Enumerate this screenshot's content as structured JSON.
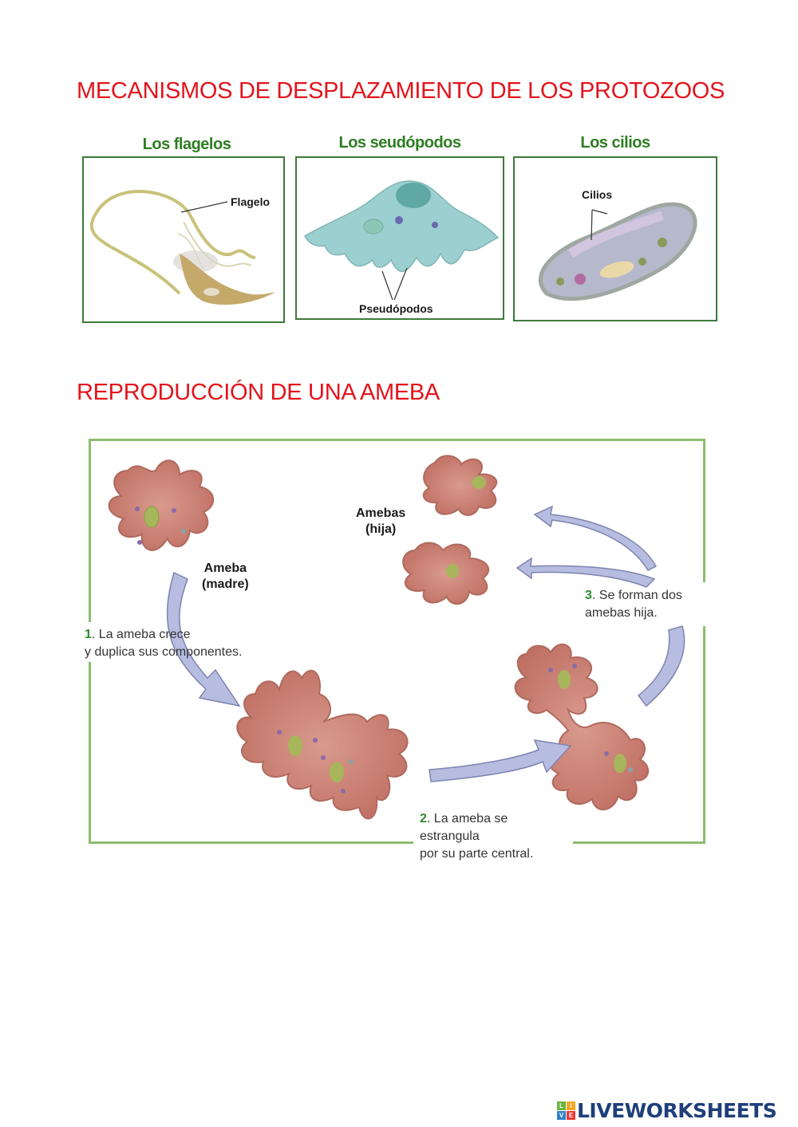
{
  "sections": {
    "locomotion": {
      "title": "MECANISMOS DE DESPLAZAMIENTO DE LOS PROTOZOOS",
      "panels": [
        {
          "title": "Los flagelos",
          "label": "Flagelo"
        },
        {
          "title": "Los seudópodos",
          "label": "Pseudópodos"
        },
        {
          "title": "Los cilios",
          "label": "Cilios"
        }
      ]
    },
    "reproduction": {
      "title": "REPRODUCCIÓN DE UNA AMEBA",
      "labels": {
        "mother_line1": "Ameba",
        "mother_line2": "(madre)",
        "daughters_line1": "Amebas",
        "daughters_line2": "(hija)"
      },
      "steps": [
        {
          "number": "1",
          "line1": ". La ameba crece",
          "line2": "y duplica sus componentes."
        },
        {
          "number": "2",
          "line1": ". La ameba se",
          "line2": "estrangula",
          "line3": "por su parte central."
        },
        {
          "number": "3",
          "line1": ". Se forman dos",
          "line2": "amebas hija."
        }
      ]
    }
  },
  "footer": {
    "brand": "LIVEWORKSHEETS",
    "logo_letters": [
      "L",
      "I",
      "V",
      "E"
    ],
    "logo_colors": [
      "#6cb33f",
      "#f5a623",
      "#2f80c9",
      "#e53935"
    ],
    "brand_color": "#1f3f7a"
  },
  "colors": {
    "heading_red": "#e3141c",
    "panel_title_green": "#2e7d22",
    "panel_border": "#3d7a3a",
    "frame_border": "#8bbd6e",
    "ameba_fill": "#c97b70",
    "pseudopod_fill": "#9ccfcf",
    "arrow_fill": "#b7bde0"
  }
}
